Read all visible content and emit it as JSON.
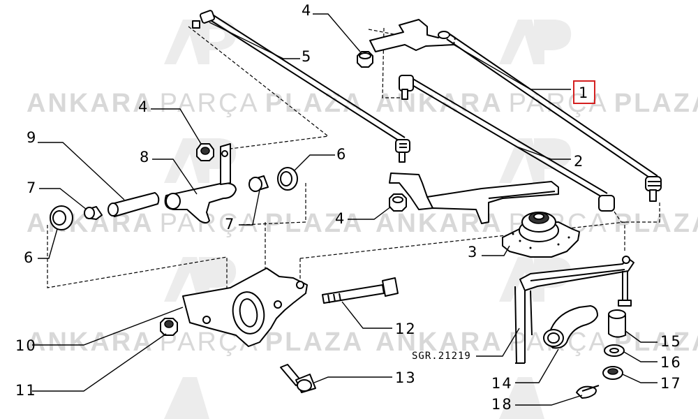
{
  "watermark": {
    "word1": "ANKARA",
    "word2": "PARÇA",
    "word3": "PLAZA",
    "logo": "AP"
  },
  "drawing_code": "SGR.21219",
  "callouts": [
    {
      "id": "c1",
      "label": "1",
      "highlighted": true
    },
    {
      "id": "c2",
      "label": "2"
    },
    {
      "id": "c3",
      "label": "3"
    },
    {
      "id": "c4a",
      "label": "4"
    },
    {
      "id": "c4b",
      "label": "4"
    },
    {
      "id": "c4c",
      "label": "4"
    },
    {
      "id": "c5",
      "label": "5"
    },
    {
      "id": "c6a",
      "label": "6"
    },
    {
      "id": "c6b",
      "label": "6"
    },
    {
      "id": "c7a",
      "label": "7"
    },
    {
      "id": "c7b",
      "label": "7"
    },
    {
      "id": "c8",
      "label": "8"
    },
    {
      "id": "c9",
      "label": "9"
    },
    {
      "id": "c10",
      "label": "10"
    },
    {
      "id": "c11",
      "label": "11"
    },
    {
      "id": "c12",
      "label": "12"
    },
    {
      "id": "c13",
      "label": "13"
    },
    {
      "id": "c14",
      "label": "14"
    },
    {
      "id": "c15",
      "label": "15"
    },
    {
      "id": "c16",
      "label": "16"
    },
    {
      "id": "c17",
      "label": "17"
    },
    {
      "id": "c18",
      "label": "18"
    }
  ],
  "colors": {
    "highlight": "#d42020",
    "watermark": "#d8d8d8",
    "line": "#000000"
  }
}
